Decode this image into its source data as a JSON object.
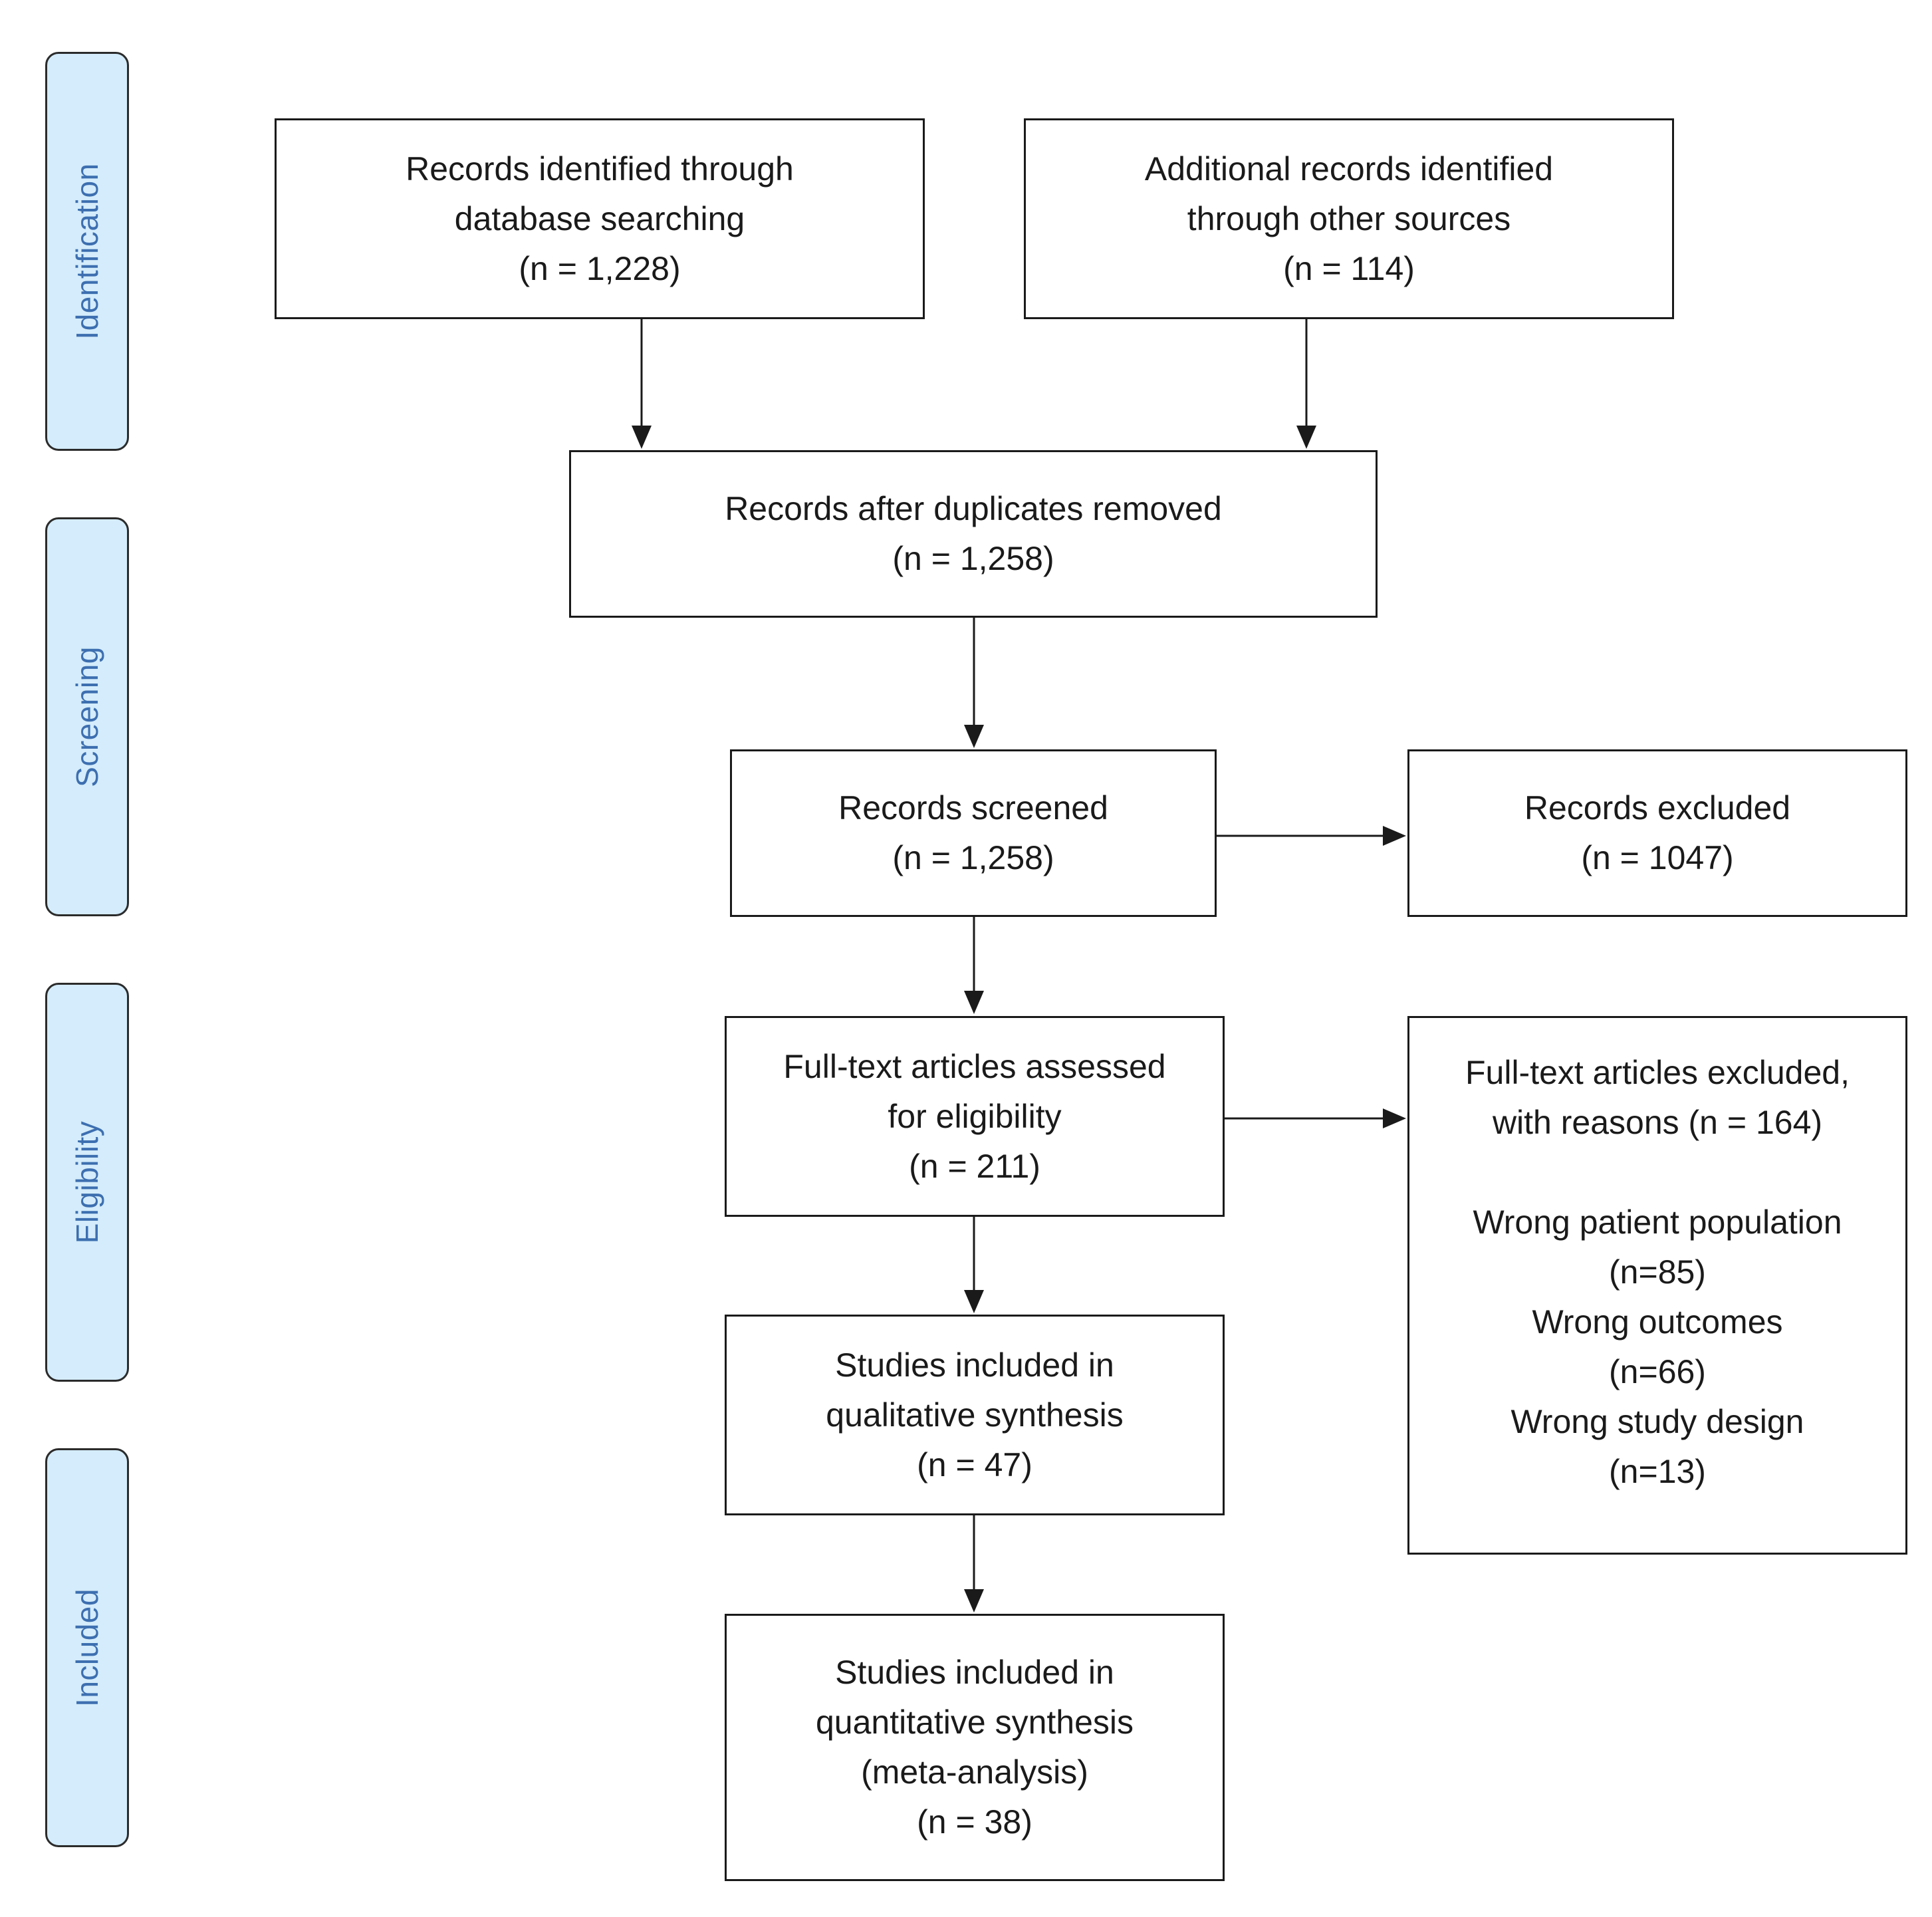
{
  "stages": {
    "identification": "Identification",
    "screening": "Screening",
    "eligibility": "Eligibility",
    "included": "Included"
  },
  "boxes": {
    "db_search": {
      "line1": "Records identified through",
      "line2": "database searching",
      "count": "(n = 1,228)"
    },
    "other_sources": {
      "line1": "Additional records identified",
      "line2": "through other sources",
      "count": "(n = 114)"
    },
    "after_duplicates": {
      "line1": "Records after duplicates removed",
      "count": "(n = 1,258)"
    },
    "screened": {
      "line1": "Records screened",
      "count": "(n = 1,258)"
    },
    "excluded": {
      "line1": "Records excluded",
      "count": "(n = 1047)"
    },
    "fulltext_assessed": {
      "line1": "Full-text articles assessed",
      "line2": "for eligibility",
      "count": "(n = 211)"
    },
    "fulltext_excluded": {
      "line1": "Full-text articles excluded,",
      "line2": "with reasons (n = 164)",
      "reasons": [
        {
          "label": "Wrong patient population",
          "count": "(n=85)"
        },
        {
          "label": "Wrong outcomes",
          "count": "(n=66)"
        },
        {
          "label": "Wrong study design",
          "count": "(n=13)"
        }
      ]
    },
    "qualitative": {
      "line1": "Studies included in",
      "line2": "qualitative synthesis",
      "count": "(n = 47)"
    },
    "quantitative": {
      "line1": "Studies included in",
      "line2": "quantitative synthesis",
      "line3": "(meta-analysis)",
      "count": "(n = 38)"
    }
  },
  "colors": {
    "stage_fill": "#d4ecfb",
    "stage_text": "#3d6fb0",
    "line": "#1a1a1a"
  }
}
